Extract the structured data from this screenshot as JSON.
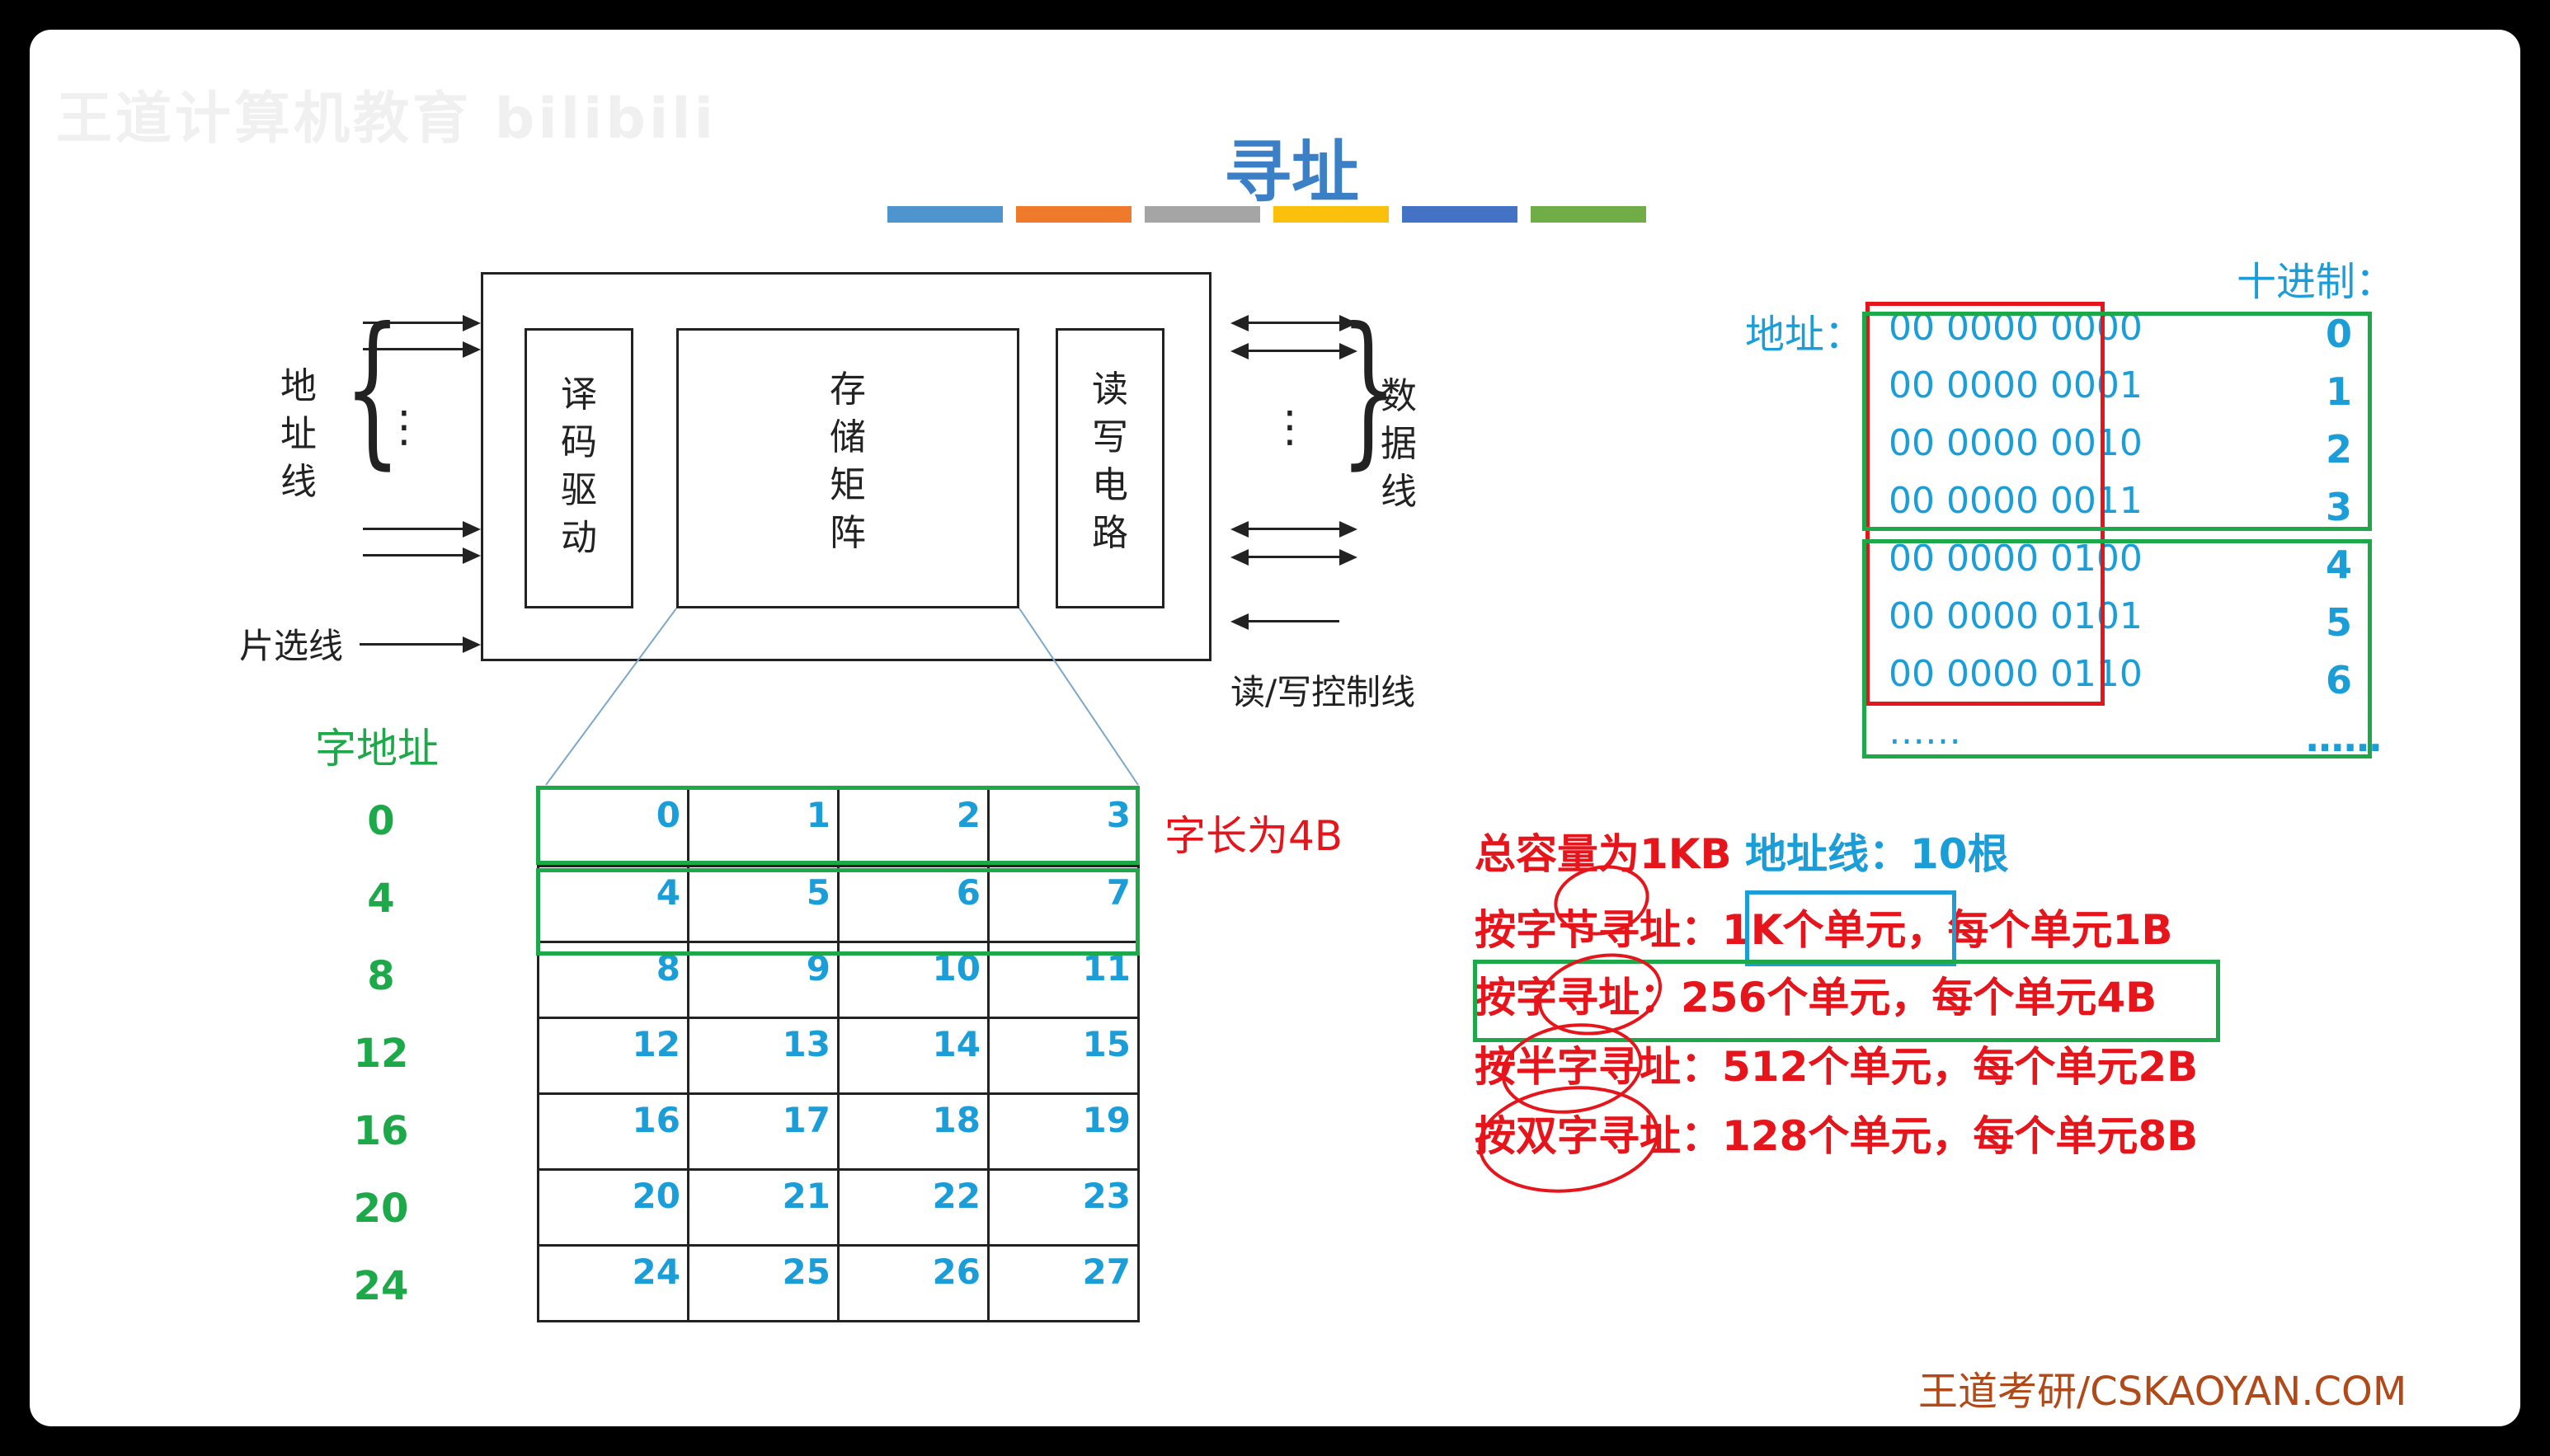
{
  "watermark": "王道计算机教育 bilibili",
  "title": "寻址",
  "color_bars": [
    "#4e95d0",
    "#ef7a2c",
    "#a5a5a5",
    "#fbc00c",
    "#4472c4",
    "#70ad47"
  ],
  "diagram": {
    "decoder": "译\n码\n驱\n动",
    "matrix": "存\n储\n矩\n阵",
    "rw_circuit": "读\n写\n电\n路",
    "address_lines": "地\n址\n线",
    "data_lines": "数\n据\n线",
    "chip_select": "片选线",
    "rw_control": "读/写控制线",
    "dots": "⋮"
  },
  "memory_table": {
    "word_address_header": "字地址",
    "word_addresses": [
      "0",
      "4",
      "8",
      "12",
      "16",
      "20",
      "24"
    ],
    "rows": [
      [
        "0",
        "1",
        "2",
        "3"
      ],
      [
        "4",
        "5",
        "6",
        "7"
      ],
      [
        "8",
        "9",
        "10",
        "11"
      ],
      [
        "12",
        "13",
        "14",
        "15"
      ],
      [
        "16",
        "17",
        "18",
        "19"
      ],
      [
        "20",
        "21",
        "22",
        "23"
      ],
      [
        "24",
        "25",
        "26",
        "27"
      ]
    ],
    "word_length_note": "字长为4B"
  },
  "address_list": {
    "label": "地址：",
    "decimal_header": "十进制：",
    "binary": [
      "00 0000 0000",
      "00 0000 0001",
      "00 0000 0010",
      "00 0000 0011",
      "00 0000 0100",
      "00 0000 0101",
      "00 0000 0110",
      "……"
    ],
    "decimal": [
      "0",
      "1",
      "2",
      "3",
      "4",
      "5",
      "6",
      "……"
    ]
  },
  "statements": {
    "capacity": "总容量为1KB",
    "address_lines": "地址线：10根",
    "byte_prefix": "按字节寻址：",
    "byte_units": "1K个单元",
    "byte_suffix": "，每个单元1B",
    "word": "按字寻址：256个单元，每个单元4B",
    "halfword": "按半字寻址：512个单元，每个单元2B",
    "doubleword": "按双字寻址：128个单元，每个单元8B"
  },
  "footer": "王道考研/CSKAOYAN.COM"
}
